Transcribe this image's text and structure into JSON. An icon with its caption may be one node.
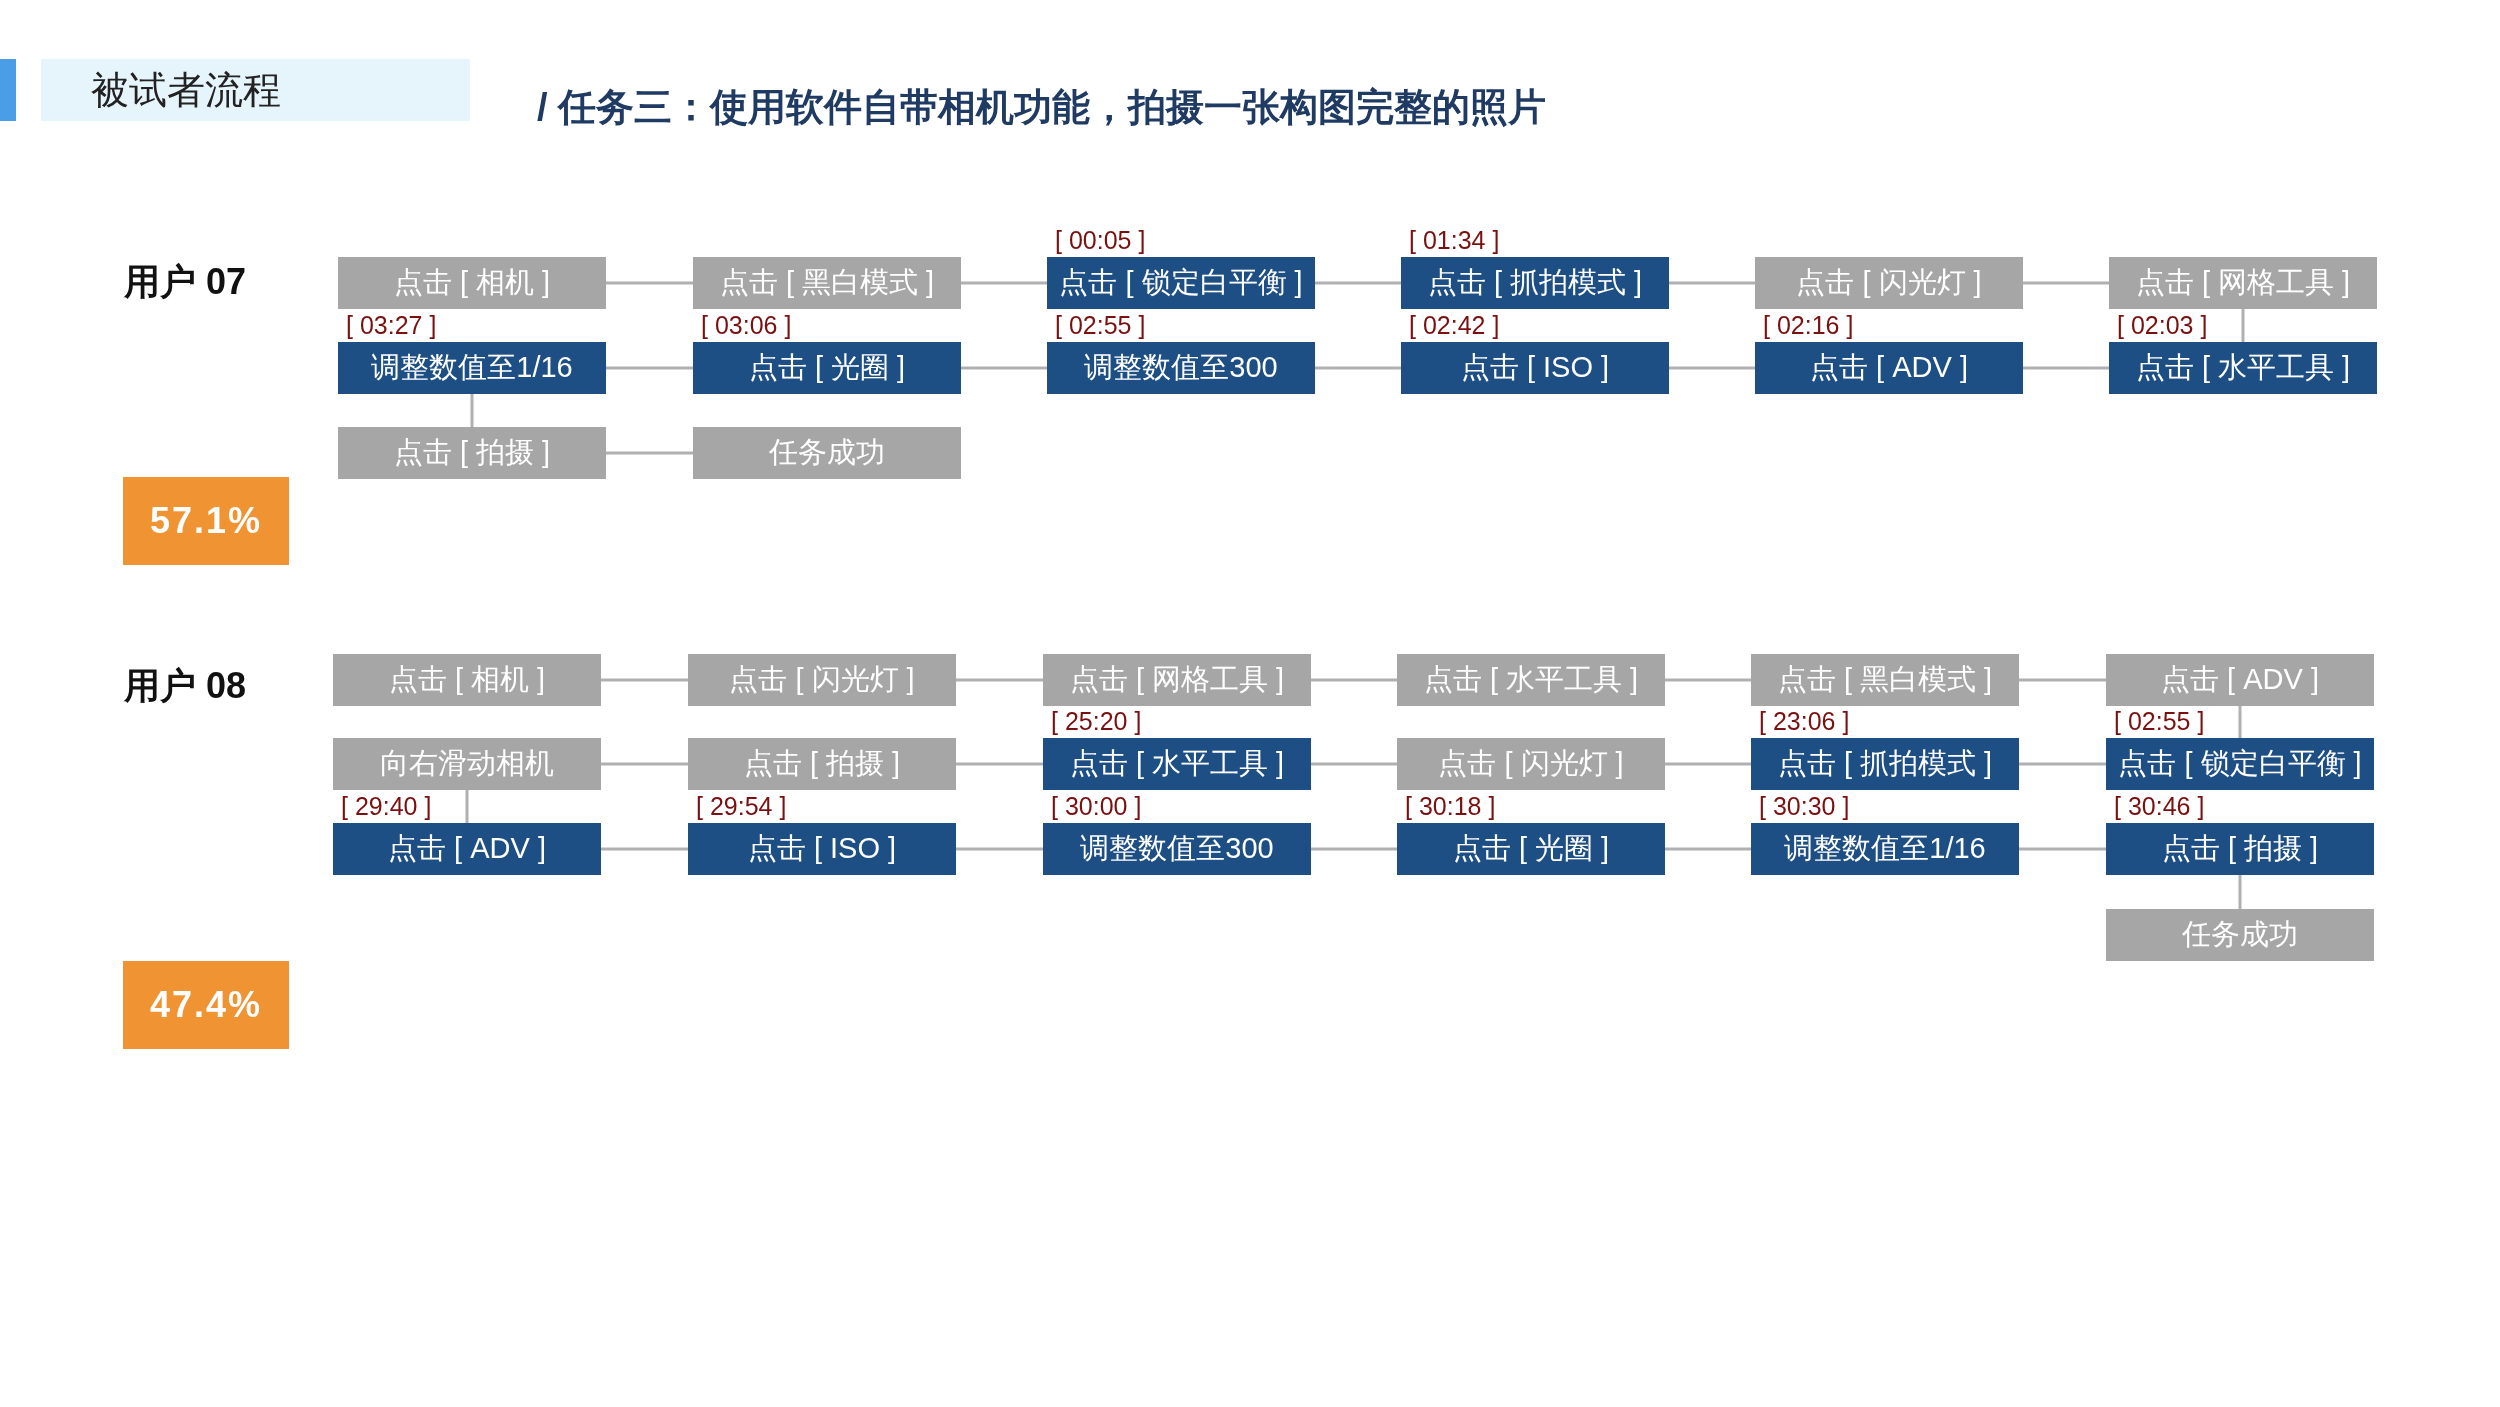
{
  "diagram": {
    "title": "/ 任务三：使用软件自带相机功能，拍摄一张构图完整的照片",
    "nodes": [
      {
        "text": [
          "被试者流程"
        ]
      },
      {
        "text": [
          "点击 [ 相机 ]"
        ]
      },
      {
        "text": [
          "点击 [ 黑白模式 ]"
        ]
      },
      {
        "text": [
          "点击 [ 锁定白平衡 ]"
        ],
        "beside": [
          "[ 00:05 ]"
        ]
      },
      {
        "text": [
          "点击 [ 抓拍模式 ]"
        ],
        "beside": [
          "[ 01:34 ]"
        ]
      },
      {
        "text": [
          "点击 [ 闪光灯 ]"
        ]
      },
      {
        "text": [
          "点击 [ 网格工具 ]"
        ]
      },
      {
        "text": [
          "调整数值至1/16"
        ],
        "beside": [
          "[ 03:27 ]"
        ]
      },
      {
        "text": [
          "点击 [ 光圈 ]"
        ],
        "beside": [
          "[ 03:06 ]"
        ]
      },
      {
        "text": [
          "调整数值至300"
        ],
        "beside": [
          "[ 02:55 ]"
        ]
      },
      {
        "text": [
          "点击 [ ISO ]"
        ],
        "beside": [
          "[ 02:42 ]"
        ]
      },
      {
        "text": [
          "点击 [ ADV ]"
        ],
        "beside": [
          "[ 02:16 ]"
        ]
      },
      {
        "text": [
          "点击 [ 水平工具 ]"
        ],
        "beside": [
          "[ 02:03 ]"
        ]
      },
      {
        "text": [
          "点击 [ 拍摄 ]"
        ]
      },
      {
        "text": [
          "任务成功"
        ]
      },
      {
        "text": [
          "57.1%"
        ]
      },
      {
        "text": [
          "点击 [ 相机 ]"
        ]
      },
      {
        "text": [
          "点击 [ 闪光灯 ]"
        ]
      },
      {
        "text": [
          "点击 [ 网格工具 ]"
        ]
      },
      {
        "text": [
          "点击 [ 水平工具 ]"
        ]
      },
      {
        "text": [
          "点击 [ 黑白模式 ]"
        ]
      },
      {
        "text": [
          "点击 [ ADV ]"
        ]
      },
      {
        "text": [
          "向右滑动相机"
        ]
      },
      {
        "text": [
          "点击 [ 拍摄 ]"
        ]
      },
      {
        "text": [
          "点击 [ 水平工具 ]"
        ],
        "beside": [
          "[ 25:20 ]"
        ]
      },
      {
        "text": [
          "点击 [ 闪光灯 ]"
        ]
      },
      {
        "text": [
          "点击 [ 抓拍模式 ]"
        ],
        "beside": [
          "[ 23:06 ]"
        ]
      },
      {
        "text": [
          "点击 [ 锁定白平衡 ]"
        ],
        "beside": [
          "[ 02:55 ]"
        ]
      },
      {
        "text": [
          "点击 [ ADV ]"
        ],
        "beside": [
          "[ 29:40 ]"
        ]
      },
      {
        "text": [
          "点击 [ ISO ]"
        ],
        "beside": [
          "[ 29:54 ]"
        ]
      },
      {
        "text": [
          "调整数值至300"
        ],
        "beside": [
          "[ 30:00 ]"
        ]
      },
      {
        "text": [
          "点击 [ 光圈 ]"
        ],
        "beside": [
          "[ 30:18 ]"
        ]
      },
      {
        "text": [
          "调整数值至1/16"
        ],
        "beside": [
          "[ 30:30 ]"
        ]
      },
      {
        "text": [
          "点击 [ 拍摄 ]"
        ],
        "beside": [
          "[ 30:46 ]"
        ]
      },
      {
        "text": [
          "任务成功"
        ]
      },
      {
        "text": [
          "47.4%"
        ]
      }
    ],
    "edges": [
      {
        "from": 1,
        "to": 2,
        "arrow": "none"
      },
      {
        "from": 2,
        "to": 3,
        "arrow": "none"
      },
      {
        "from": 3,
        "to": 4,
        "arrow": "none"
      },
      {
        "from": 4,
        "to": 5,
        "arrow": "none"
      },
      {
        "from": 5,
        "to": 6,
        "arrow": "none"
      },
      {
        "from": 6,
        "to": 12,
        "arrow": "none"
      },
      {
        "from": 12,
        "to": 11,
        "arrow": "none"
      },
      {
        "from": 11,
        "to": 10,
        "arrow": "none"
      },
      {
        "from": 10,
        "to": 9,
        "arrow": "none"
      },
      {
        "from": 9,
        "to": 8,
        "arrow": "none"
      },
      {
        "from": 8,
        "to": 7,
        "arrow": "none"
      },
      {
        "from": 7,
        "to": 13,
        "arrow": "none"
      },
      {
        "from": 13,
        "to": 14,
        "arrow": "none"
      },
      {
        "from": 16,
        "to": 17,
        "arrow": "none"
      },
      {
        "from": 17,
        "to": 18,
        "arrow": "none"
      },
      {
        "from": 18,
        "to": 19,
        "arrow": "none"
      },
      {
        "from": 19,
        "to": 20,
        "arrow": "none"
      },
      {
        "from": 20,
        "to": 21,
        "arrow": "none"
      },
      {
        "from": 21,
        "to": 27,
        "arrow": "none"
      },
      {
        "from": 27,
        "to": 26,
        "arrow": "none"
      },
      {
        "from": 26,
        "to": 25,
        "arrow": "none"
      },
      {
        "from": 25,
        "to": 24,
        "arrow": "none"
      },
      {
        "from": 24,
        "to": 23,
        "arrow": "none"
      },
      {
        "from": 23,
        "to": 22,
        "arrow": "none"
      },
      {
        "from": 22,
        "to": 28,
        "arrow": "none"
      },
      {
        "from": 28,
        "to": 29,
        "arrow": "none"
      },
      {
        "from": 29,
        "to": 30,
        "arrow": "none"
      },
      {
        "from": 30,
        "to": 31,
        "arrow": "none"
      },
      {
        "from": 31,
        "to": 32,
        "arrow": "none"
      },
      {
        "from": 32,
        "to": 33,
        "arrow": "none"
      },
      {
        "from": 33,
        "to": 34,
        "arrow": "none"
      }
    ],
    "labels": [
      "用户 07",
      "用户 08"
    ]
  }
}
